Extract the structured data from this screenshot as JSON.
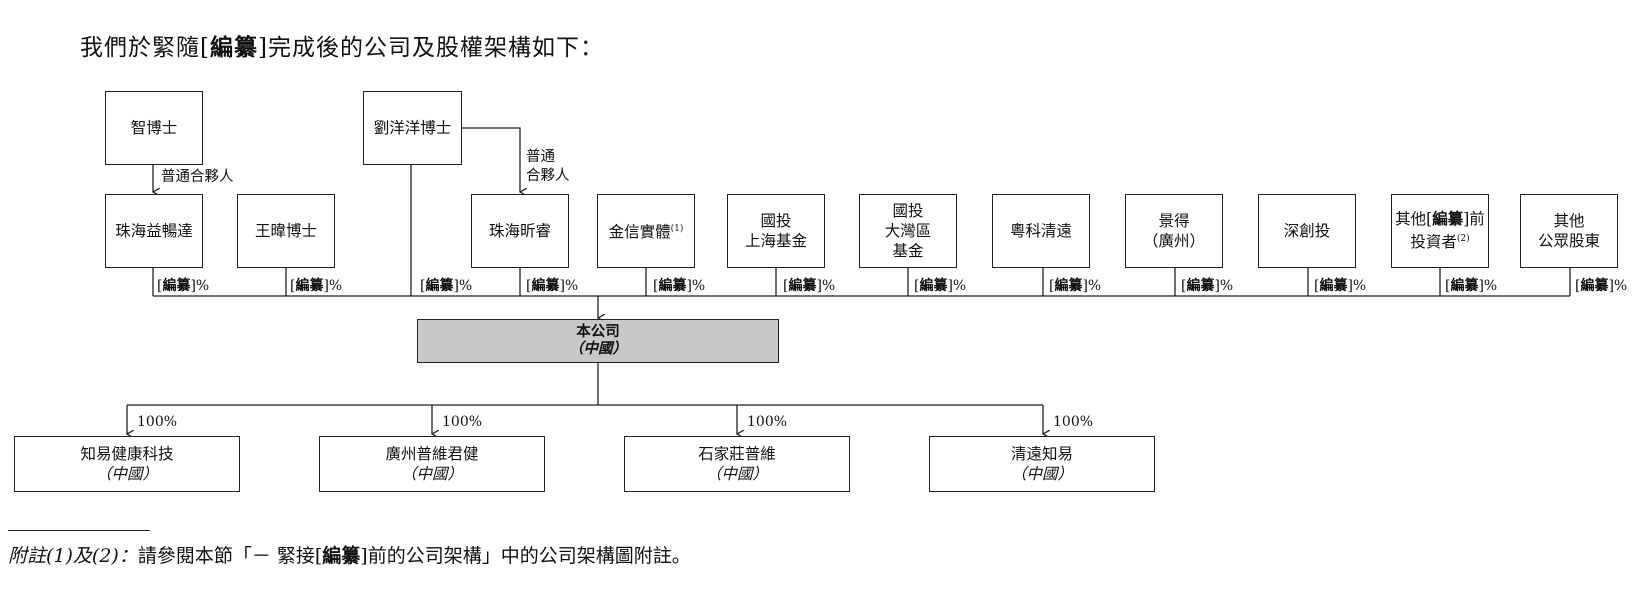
{
  "heading": {
    "pre": "我們於緊隨[",
    "bold": "編纂",
    "post": "]完成後的公司及股權架構如下："
  },
  "top_parties": {
    "zhi": "智博士",
    "liu": "劉洋洋博士"
  },
  "relationships": {
    "gp1": "普通合夥人",
    "gp2_line1": "普通",
    "gp2_line2": "合夥人"
  },
  "shareholders": [
    {
      "line1": "珠海益暢達",
      "line2": ""
    },
    {
      "line1": "王暐博士",
      "line2": ""
    },
    {
      "line1": "珠海昕睿",
      "line2": ""
    },
    {
      "line1": "金信實體",
      "sup": "(1)"
    },
    {
      "line1": "國投",
      "line2": "上海基金"
    },
    {
      "line1": "國投",
      "line2": "大灣區",
      "line3": "基金"
    },
    {
      "line1": "粵科清遠",
      "line2": ""
    },
    {
      "line1": "景得",
      "line2": "（廣州）"
    },
    {
      "line1": "深創投",
      "line2": ""
    },
    {
      "line1_pre": "其他[",
      "line1_bold": "編纂",
      "line1_post": "]前",
      "line2": "投資者",
      "sup": "(2)"
    },
    {
      "line1": "其他",
      "line2": "公眾股東"
    }
  ],
  "pct_label": {
    "pre": "[",
    "bold": "編纂",
    "post": "]%"
  },
  "company": {
    "name": "本公司",
    "region": "（中國）"
  },
  "subsidiaries": [
    {
      "name": "知易健康科技",
      "region": "（中國）",
      "pct": "100%"
    },
    {
      "name": "廣州普維君健",
      "region": "（中國）",
      "pct": "100%"
    },
    {
      "name": "石家莊普維",
      "region": "（中國）",
      "pct": "100%"
    },
    {
      "name": "清遠知易",
      "region": "（中國）",
      "pct": "100%"
    }
  ],
  "footnote": {
    "italic": "附註(1)及(2)：",
    "pre": "請參閱本節「－ 緊接[",
    "bold": "編纂",
    "post": "]前的公司架構」中的公司架構圖附註。"
  }
}
